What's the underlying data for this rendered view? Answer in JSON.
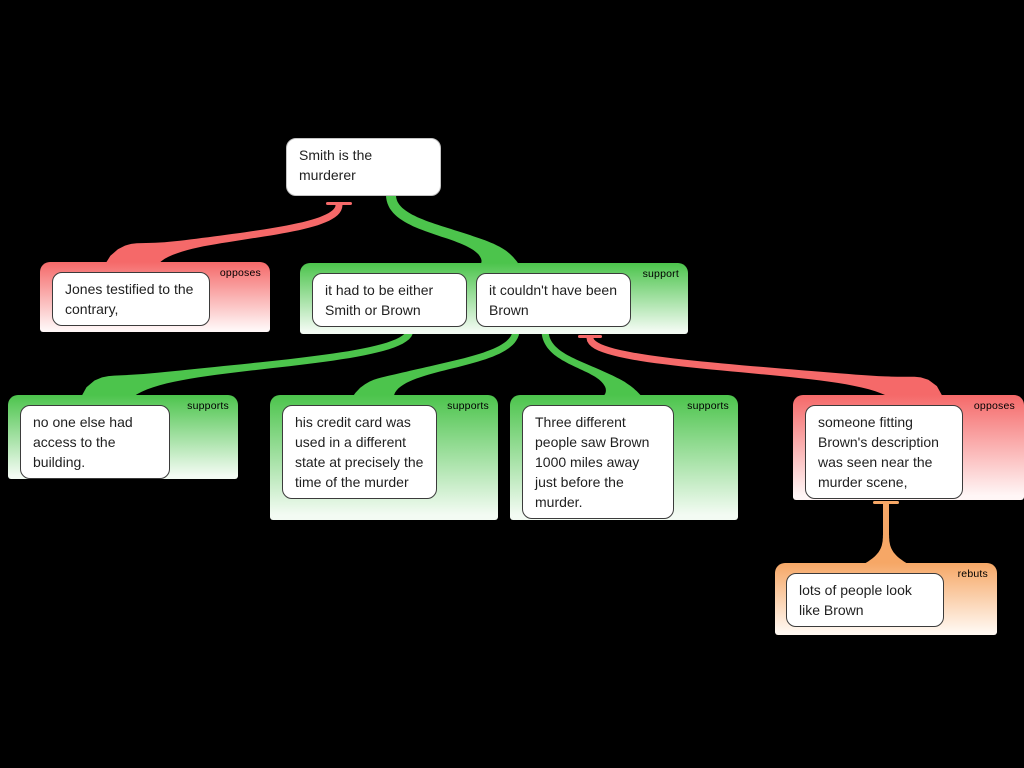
{
  "app": {
    "background": "#000000"
  },
  "colors": {
    "support": "#4cc44c",
    "oppose": "#f56969",
    "rebut": "#f6a766",
    "node_bg": "#ffffff",
    "node_text": "#1f1f1f",
    "label_text": "#000000"
  },
  "claim": {
    "text": "Smith is the murderer"
  },
  "groups": [
    {
      "id": "opposes-jones",
      "relation_label": "opposes",
      "boxes": [
        "Jones testified to the contrary,"
      ]
    },
    {
      "id": "support-main",
      "relation_label": "support",
      "boxes": [
        "it had to be either Smith or Brown",
        "it couldn't have been Brown"
      ]
    },
    {
      "id": "supports-access",
      "relation_label": "supports",
      "boxes": [
        "no one else had access to the building."
      ]
    },
    {
      "id": "supports-credit",
      "relation_label": "supports",
      "boxes": [
        "his credit card was used in a different state at precisely the time of the murder"
      ]
    },
    {
      "id": "supports-witnesses",
      "relation_label": "supports",
      "boxes": [
        "Three different people saw Brown 1000 miles away just before the murder."
      ]
    },
    {
      "id": "opposes-description",
      "relation_label": "opposes",
      "boxes": [
        "someone fitting Brown's description was seen near the murder scene,"
      ]
    },
    {
      "id": "rebuts-lookalike",
      "relation_label": "rebuts",
      "boxes": [
        "lots of people look like Brown"
      ]
    }
  ],
  "connections": [
    {
      "from": "smith-claim",
      "to": "opposes-jones",
      "relation": "opposes"
    },
    {
      "from": "smith-claim",
      "to": "support-main",
      "relation": "supports"
    },
    {
      "from": "it-had-to-be-either-smith-or-brown",
      "to": "supports-access",
      "relation": "supports"
    },
    {
      "from": "it-couldnt-have-been-brown",
      "to": "supports-credit",
      "relation": "supports"
    },
    {
      "from": "it-couldnt-have-been-brown",
      "to": "supports-witnesses",
      "relation": "supports"
    },
    {
      "from": "it-couldnt-have-been-brown",
      "to": "opposes-description",
      "relation": "opposes"
    },
    {
      "from": "opposes-description",
      "to": "rebuts-lookalike",
      "relation": "rebuts"
    }
  ]
}
